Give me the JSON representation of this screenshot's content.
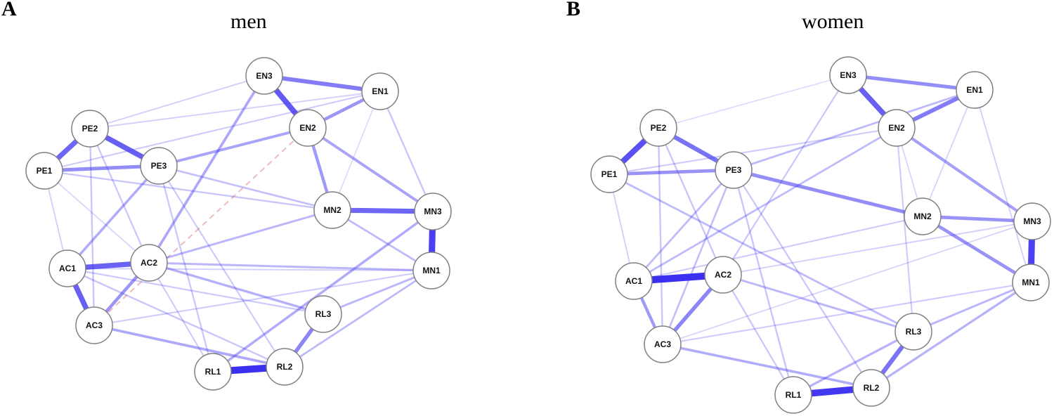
{
  "figure": {
    "panels": [
      {
        "letter": "A",
        "title": "men",
        "edge_color_positive": "#3b30f0",
        "edge_color_negative": "#e8a0a0",
        "nodes": [
          {
            "id": "EN3"
          },
          {
            "id": "EN1"
          },
          {
            "id": "EN2"
          },
          {
            "id": "PE2"
          },
          {
            "id": "PE1"
          },
          {
            "id": "PE3"
          },
          {
            "id": "MN2"
          },
          {
            "id": "MN3"
          },
          {
            "id": "MN1"
          },
          {
            "id": "AC1"
          },
          {
            "id": "AC2"
          },
          {
            "id": "AC3"
          },
          {
            "id": "RL3"
          },
          {
            "id": "RL2"
          },
          {
            "id": "RL1"
          }
        ],
        "edges": [
          {
            "from": "RL1",
            "to": "RL2",
            "weight": 1.0
          },
          {
            "from": "MN3",
            "to": "MN1",
            "weight": 0.9
          },
          {
            "from": "EN3",
            "to": "EN2",
            "weight": 0.75
          },
          {
            "from": "PE2",
            "to": "PE3",
            "weight": 0.72
          },
          {
            "from": "AC1",
            "to": "AC2",
            "weight": 0.7
          },
          {
            "from": "AC1",
            "to": "AC3",
            "weight": 0.72
          },
          {
            "from": "PE2",
            "to": "PE1",
            "weight": 0.68
          },
          {
            "from": "MN2",
            "to": "MN3",
            "weight": 0.68
          },
          {
            "from": "EN3",
            "to": "EN1",
            "weight": 0.55
          },
          {
            "from": "RL3",
            "to": "RL2",
            "weight": 0.5
          },
          {
            "from": "PE1",
            "to": "PE3",
            "weight": 0.45
          },
          {
            "from": "EN2",
            "to": "EN1",
            "weight": 0.4
          },
          {
            "from": "AC2",
            "to": "AC3",
            "weight": 0.4
          },
          {
            "from": "EN2",
            "to": "MN2",
            "weight": 0.38
          },
          {
            "from": "EN2",
            "to": "MN3",
            "weight": 0.32
          },
          {
            "from": "PE3",
            "to": "EN2",
            "weight": 0.32
          },
          {
            "from": "EN3",
            "to": "AC2",
            "weight": 0.3
          },
          {
            "from": "AC3",
            "to": "RL2",
            "weight": 0.3
          },
          {
            "from": "PE3",
            "to": "AC1",
            "weight": 0.28
          },
          {
            "from": "MN3",
            "to": "RL1",
            "weight": 0.28
          },
          {
            "from": "AC2",
            "to": "RL3",
            "weight": 0.26
          },
          {
            "from": "AC2",
            "to": "MN1",
            "weight": 0.22
          },
          {
            "from": "AC2",
            "to": "MN2",
            "weight": 0.22
          },
          {
            "from": "RL3",
            "to": "MN1",
            "weight": 0.22
          },
          {
            "from": "RL2",
            "to": "MN1",
            "weight": 0.2
          },
          {
            "from": "MN2",
            "to": "MN1",
            "weight": 0.2
          },
          {
            "from": "PE3",
            "to": "MN2",
            "weight": 0.18
          },
          {
            "from": "PE1",
            "to": "MN2",
            "weight": 0.15
          },
          {
            "from": "EN1",
            "to": "MN3",
            "weight": 0.15
          },
          {
            "from": "PE2",
            "to": "AC3",
            "weight": 0.15
          },
          {
            "from": "PE2",
            "to": "AC2",
            "weight": 0.14
          },
          {
            "from": "PE3",
            "to": "RL1",
            "weight": 0.14
          },
          {
            "from": "PE3",
            "to": "RL2",
            "weight": 0.13
          },
          {
            "from": "AC1",
            "to": "RL2",
            "weight": 0.15
          },
          {
            "from": "AC1",
            "to": "RL3",
            "weight": 0.13
          },
          {
            "from": "AC3",
            "to": "MN1",
            "weight": 0.12
          },
          {
            "from": "PE1",
            "to": "EN1",
            "weight": 0.12
          },
          {
            "from": "PE2",
            "to": "EN3",
            "weight": 0.1
          },
          {
            "from": "PE2",
            "to": "EN1",
            "weight": 0.1
          },
          {
            "from": "PE1",
            "to": "AC1",
            "weight": 0.1
          },
          {
            "from": "AC2",
            "to": "RL1",
            "weight": 0.12
          },
          {
            "from": "AC1",
            "to": "MN1",
            "weight": 0.1
          },
          {
            "from": "PE1",
            "to": "AC2",
            "weight": 0.08
          },
          {
            "from": "EN1",
            "to": "MN2",
            "weight": 0.06
          },
          {
            "from": "EN2",
            "to": "AC3",
            "weight": 0.12,
            "negative": true
          }
        ]
      },
      {
        "letter": "B",
        "title": "women",
        "edge_color_positive": "#3b30f0",
        "edge_color_negative": "#e8a0a0",
        "nodes": [
          {
            "id": "EN3"
          },
          {
            "id": "EN1"
          },
          {
            "id": "EN2"
          },
          {
            "id": "PE2"
          },
          {
            "id": "PE1"
          },
          {
            "id": "PE3"
          },
          {
            "id": "MN2"
          },
          {
            "id": "MN3"
          },
          {
            "id": "MN1"
          },
          {
            "id": "AC1"
          },
          {
            "id": "AC2"
          },
          {
            "id": "AC3"
          },
          {
            "id": "RL3"
          },
          {
            "id": "RL2"
          },
          {
            "id": "RL1"
          }
        ],
        "edges": [
          {
            "from": "AC1",
            "to": "AC2",
            "weight": 1.0
          },
          {
            "from": "RL1",
            "to": "RL2",
            "weight": 0.95
          },
          {
            "from": "MN3",
            "to": "MN1",
            "weight": 0.9
          },
          {
            "from": "PE2",
            "to": "PE1",
            "weight": 0.8
          },
          {
            "from": "EN3",
            "to": "EN2",
            "weight": 0.72
          },
          {
            "from": "PE2",
            "to": "PE3",
            "weight": 0.6
          },
          {
            "from": "RL3",
            "to": "RL2",
            "weight": 0.6
          },
          {
            "from": "EN2",
            "to": "EN1",
            "weight": 0.55
          },
          {
            "from": "AC2",
            "to": "AC3",
            "weight": 0.5
          },
          {
            "from": "PE3",
            "to": "MN2",
            "weight": 0.45
          },
          {
            "from": "EN3",
            "to": "EN1",
            "weight": 0.45
          },
          {
            "from": "MN2",
            "to": "MN3",
            "weight": 0.42
          },
          {
            "from": "MN2",
            "to": "MN1",
            "weight": 0.42
          },
          {
            "from": "PE1",
            "to": "PE3",
            "weight": 0.42
          },
          {
            "from": "AC1",
            "to": "AC3",
            "weight": 0.38
          },
          {
            "from": "EN2",
            "to": "MN3",
            "weight": 0.35
          },
          {
            "from": "AC3",
            "to": "RL2",
            "weight": 0.28
          },
          {
            "from": "RL1",
            "to": "RL3",
            "weight": 0.25
          },
          {
            "from": "RL2",
            "to": "MN1",
            "weight": 0.25
          },
          {
            "from": "RL3",
            "to": "MN1",
            "weight": 0.22
          },
          {
            "from": "AC2",
            "to": "RL3",
            "weight": 0.22
          },
          {
            "from": "PE1",
            "to": "RL3",
            "weight": 0.2
          },
          {
            "from": "PE3",
            "to": "EN1",
            "weight": 0.2
          },
          {
            "from": "AC1",
            "to": "EN2",
            "weight": 0.2
          },
          {
            "from": "PE3",
            "to": "AC1",
            "weight": 0.2
          },
          {
            "from": "PE3",
            "to": "AC3",
            "weight": 0.18
          },
          {
            "from": "PE2",
            "to": "AC3",
            "weight": 0.15
          },
          {
            "from": "PE2",
            "to": "AC2",
            "weight": 0.15
          },
          {
            "from": "PE3",
            "to": "RL1",
            "weight": 0.15
          },
          {
            "from": "PE3",
            "to": "RL2",
            "weight": 0.14
          },
          {
            "from": "AC2",
            "to": "RL1",
            "weight": 0.14
          },
          {
            "from": "EN3",
            "to": "AC2",
            "weight": 0.14
          },
          {
            "from": "AC3",
            "to": "MN1",
            "weight": 0.12
          },
          {
            "from": "AC1",
            "to": "MN2",
            "weight": 0.12
          },
          {
            "from": "EN2",
            "to": "RL3",
            "weight": 0.12
          },
          {
            "from": "PE1",
            "to": "EN2",
            "weight": 0.12
          },
          {
            "from": "PE1",
            "to": "AC1",
            "weight": 0.1
          },
          {
            "from": "EN1",
            "to": "MN1",
            "weight": 0.1
          },
          {
            "from": "EN1",
            "to": "MN2",
            "weight": 0.08
          },
          {
            "from": "AC2",
            "to": "MN3",
            "weight": 0.1
          },
          {
            "from": "PE2",
            "to": "EN3",
            "weight": 0.06
          },
          {
            "from": "AC3",
            "to": "MN3",
            "weight": 0.08
          },
          {
            "from": "EN2",
            "to": "MN2",
            "weight": 0.08
          }
        ]
      }
    ]
  }
}
